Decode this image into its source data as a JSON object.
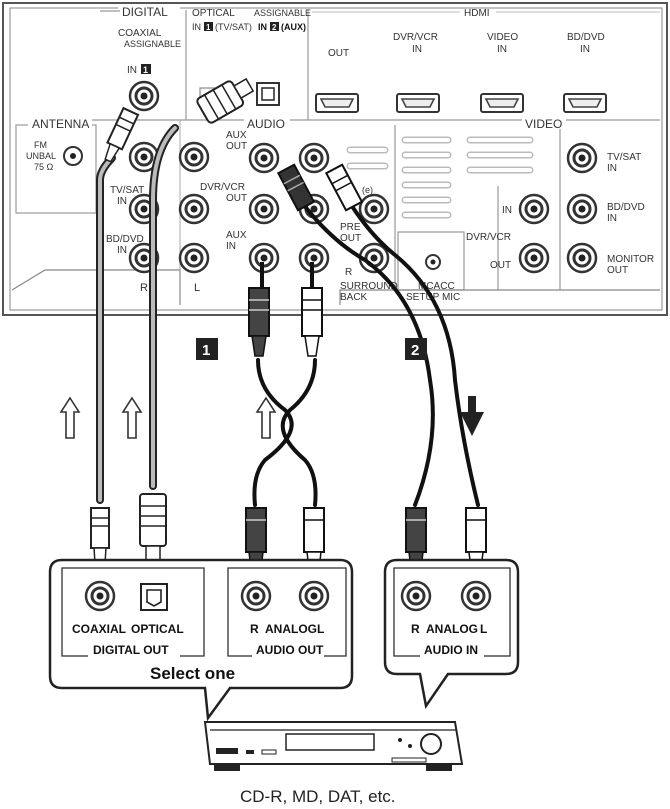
{
  "rear_panel": {
    "digital_label": "DIGITAL",
    "coaxial_label": "COAXIAL",
    "coaxial_assignable": "ASSIGNABLE",
    "coax_in": "IN",
    "coax_in_num": "1",
    "optical_label": "OPTICAL",
    "optical_assignable": "ASSIGNABLE",
    "optical_in_prefix": "IN",
    "optical_in1": "1",
    "optical_in1_name": "(TV/SAT)",
    "optical_in2_prefix": "IN",
    "optical_in2": "2",
    "optical_in2_name": "(AUX)",
    "hdmi_label": "HDMI",
    "hdmi_out": "OUT",
    "hdmi_dvr_1": "DVR/VCR",
    "hdmi_dvr_2": "IN",
    "hdmi_video_1": "VIDEO",
    "hdmi_video_2": "IN",
    "hdmi_bd_1": "BD/DVD",
    "hdmi_bd_2": "IN",
    "antenna_label": "ANTENNA",
    "fm_1": "FM",
    "fm_2": "UNBAL",
    "fm_3": "75 Ω",
    "audio_label": "AUDIO",
    "video_label": "VIDEO",
    "aux_out_1": "AUX",
    "aux_out_2": "OUT",
    "dvr_out_1": "DVR/VCR",
    "dvr_out_2": "OUT",
    "tvsat_in_1": "TV/SAT",
    "tvsat_in_2": "IN",
    "bddvd_in_1": "BD/DVD",
    "bddvd_in_2": "IN",
    "aux_in_1": "AUX",
    "aux_in_2": "IN",
    "r_label": "R",
    "l_label": "L",
    "pre_out_1": "PRE",
    "pre_out_2": "OUT",
    "pre_e": "(e)",
    "surround_r": "R",
    "surround_1": "SURROUND",
    "surround_2": "BACK",
    "mcacc_1": "MCACC",
    "mcacc_2": "SETUP MIC",
    "v_tvsat_1": "TV/SAT",
    "v_tvsat_2": "IN",
    "v_bddvd_1": "BD/DVD",
    "v_bddvd_2": "IN",
    "v_dvr_label": "DVR/VCR",
    "v_dvr_in": "IN",
    "v_dvr_out": "OUT",
    "monitor_1": "MONITOR",
    "monitor_2": "OUT"
  },
  "steps": {
    "step1": "1",
    "step2": "2"
  },
  "source_box": {
    "coaxial": "COAXIAL",
    "optical": "OPTICAL",
    "digital_out": "DIGITAL OUT",
    "r": "R",
    "analog": "ANALOG",
    "l": "L",
    "audio_out": "AUDIO OUT",
    "select_one": "Select one"
  },
  "record_box": {
    "r": "R",
    "analog": "ANALOG",
    "l": "L",
    "audio_in": "AUDIO IN"
  },
  "device_caption": "CD-R, MD, DAT, etc."
}
